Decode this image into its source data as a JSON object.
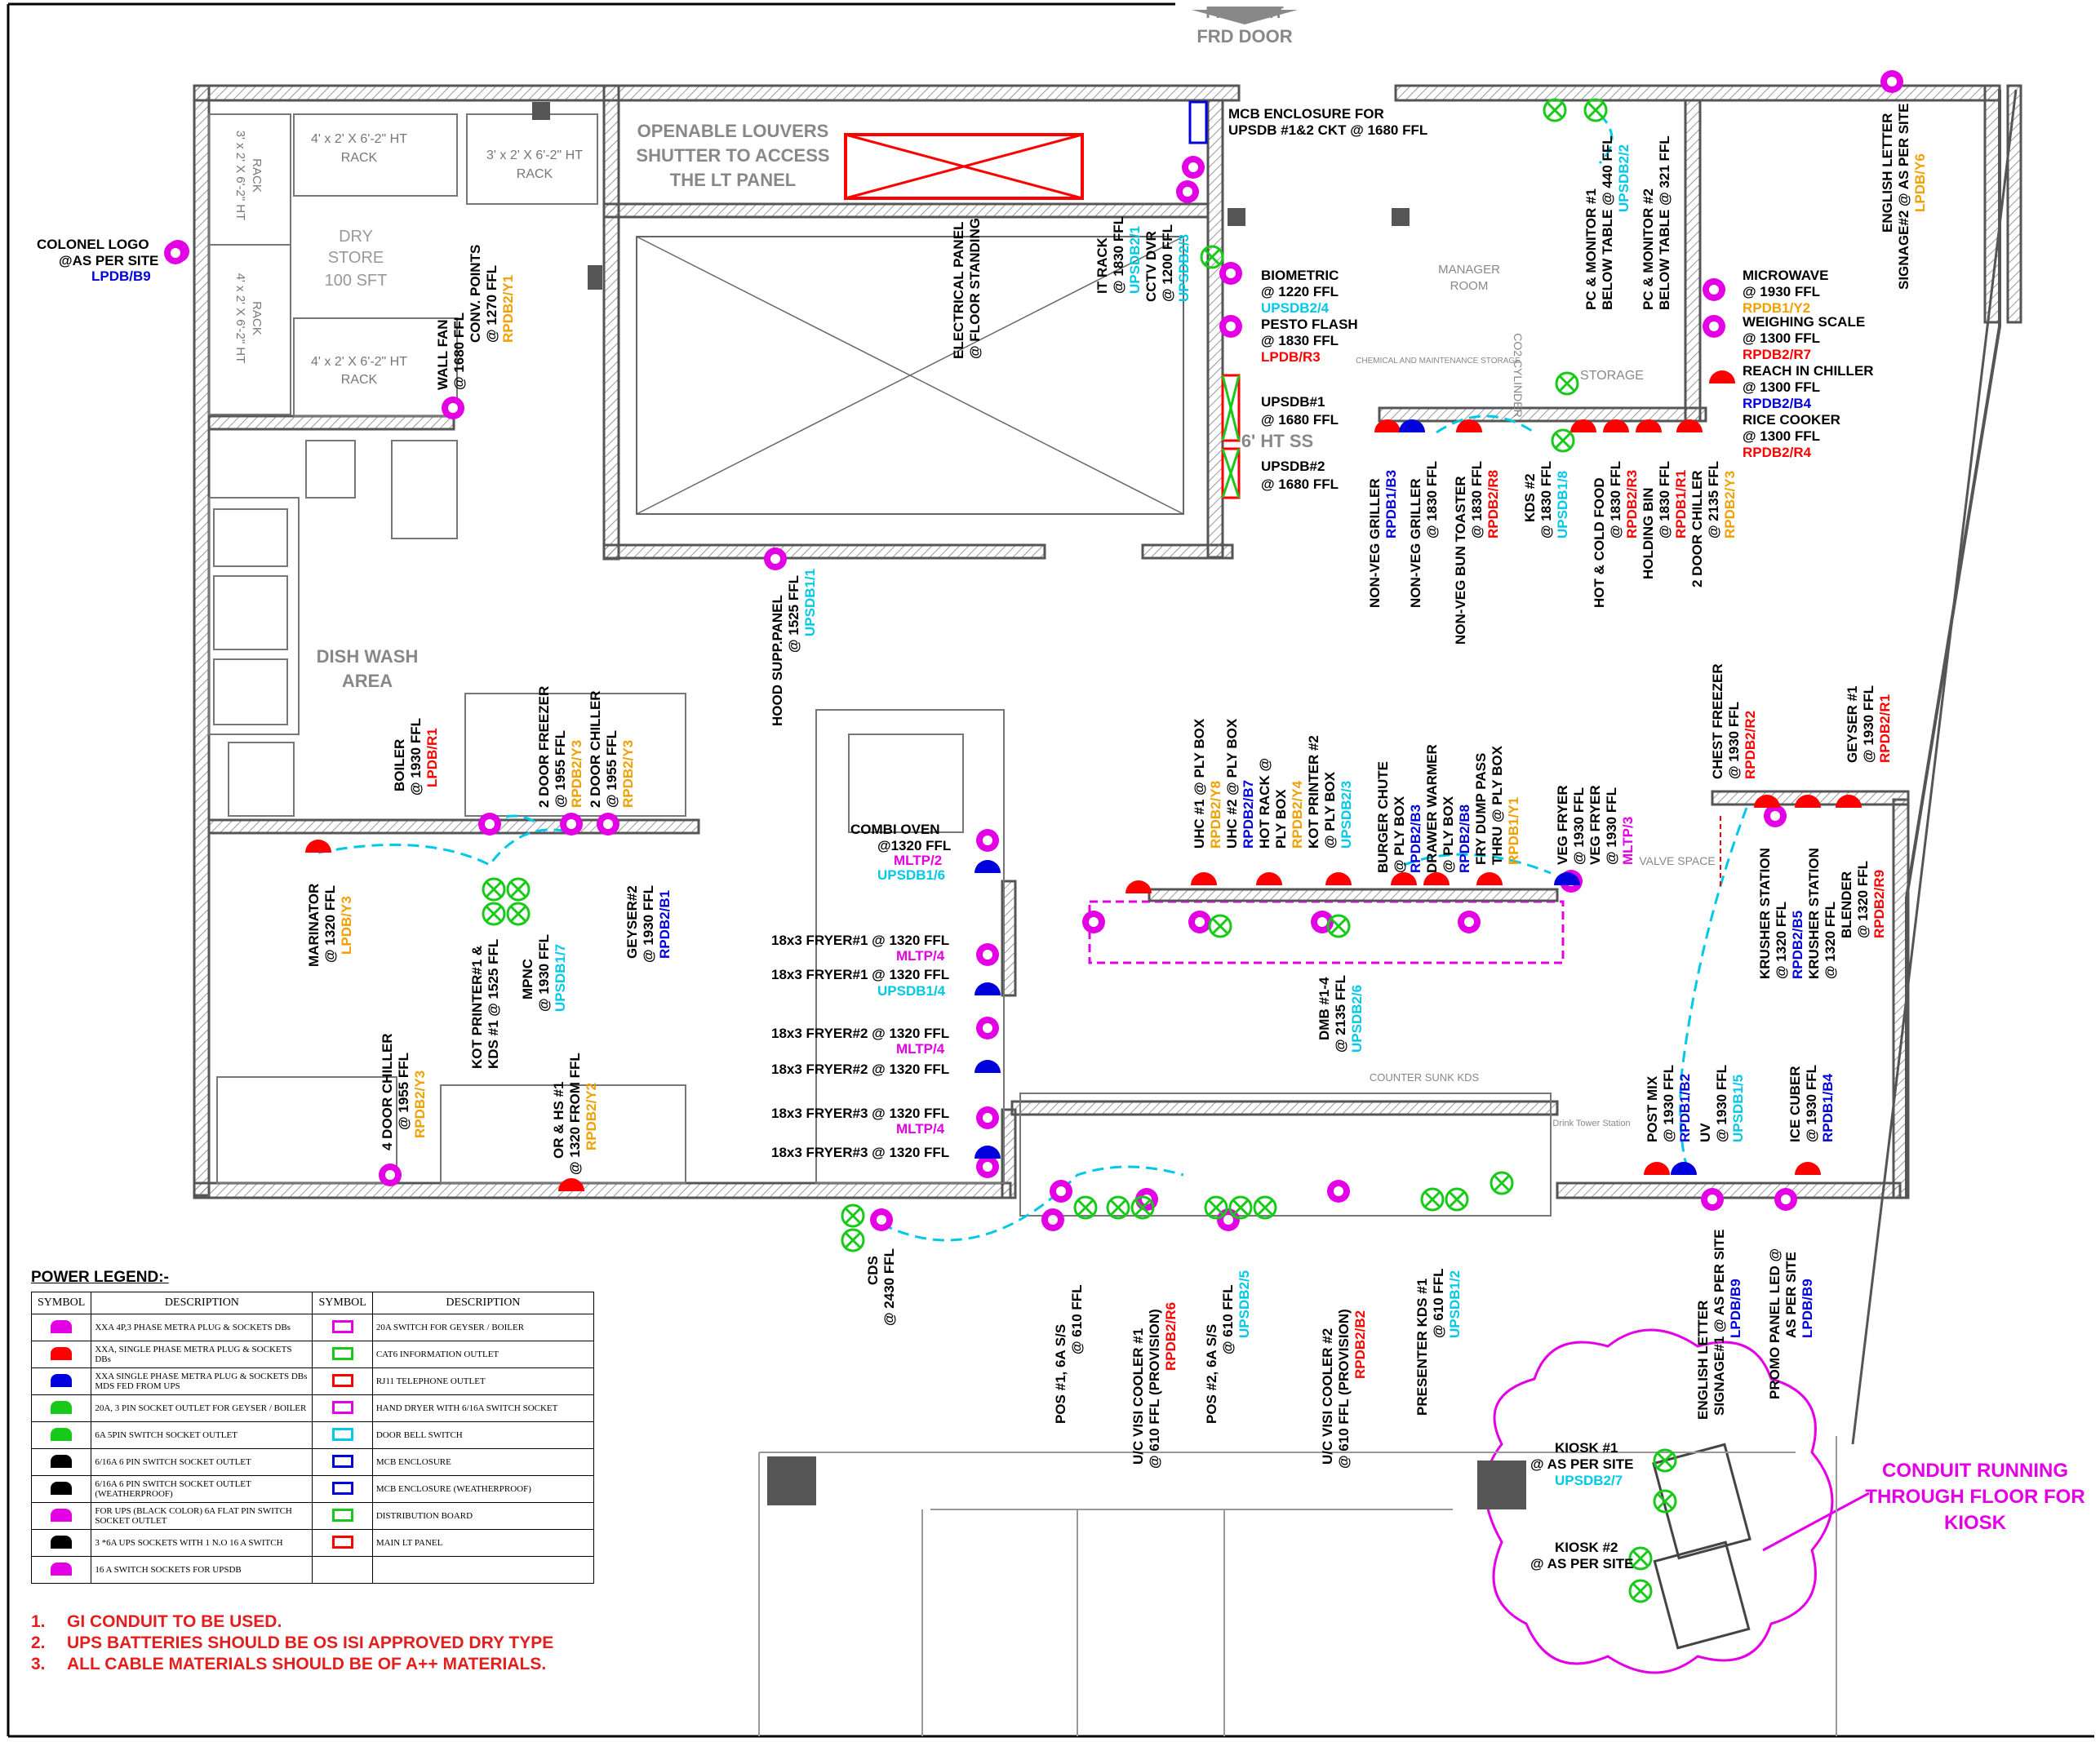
{
  "colors": {
    "magenta": "#e400e4",
    "red": "#ff0000",
    "blue": "#0000dd",
    "cyan": "#00c8e8",
    "orange": "#f0a000",
    "green": "#19c919",
    "wall": "#808080",
    "black": "#000000"
  },
  "rooms": {
    "fire_exit_1": "FIRE EXIT",
    "fire_exit_2": "FRD DOOR",
    "dry_store_1": "DRY",
    "dry_store_2": "STORE",
    "dry_store_3": "100 SFT",
    "rack_a_1": "4' x 2' X 6'-2\" HT",
    "rack_a_2": "RACK",
    "rack_b_1": "3' x 2' X 6'-2\" HT",
    "rack_b_2": "RACK",
    "rack_c_1": "3' x 2' X 6'-2\" HT",
    "rack_c_2": "RACK",
    "rack_d_1": "4' x 2' X 6'-2\" HT",
    "rack_d_2": "RACK",
    "rack_e_1": "4' x 2' X 6'-2\" HT",
    "rack_e_2": "RACK",
    "louvers_1": "OPENABLE LOUVERS",
    "louvers_2": "SHUTTER  TO ACCESS",
    "louvers_3": "THE LT PANEL",
    "dish_wash_1": "DISH WASH",
    "dish_wash_2": "AREA",
    "manager_1": "MANAGER",
    "manager_2": "ROOM",
    "chemical": "CHEMICAL AND MAINTENANCE STORAGE",
    "co2": "CO2 CYLINDER",
    "storage": "STORAGE",
    "six_ht": "6' HT SS",
    "counter_sunk": "COUNTER SUNK KDS",
    "valve_space": "VALVE SPACE",
    "drink_tower": "Drink Tower Station",
    "conduit_1": "CONDUIT RUNNING",
    "conduit_2": "THROUGH FLOOR FOR",
    "conduit_3": "KIOSK"
  },
  "labels": {
    "colonel_1": "COLONEL LOGO",
    "colonel_2": "@AS PER SITE",
    "colonel_3": "LPDB/B9",
    "mcb_1": "MCB ENCLOSURE FOR",
    "mcb_2": "UPSDB #1&2 CKT  @ 1680 FFL",
    "biometric_1": "BIOMETRIC",
    "biometric_2": "@ 1220 FFL",
    "biometric_3": "UPSDB2/4",
    "pesto_1": "PESTO FLASH",
    "pesto_2": "@ 1830 FFL",
    "pesto_3": "LPDB/R3",
    "upsdb1_1": "UPSDB#1",
    "upsdb1_2": "@ 1680 FFL",
    "upsdb2_1": "UPSDB#2",
    "upsdb2_2": "@ 1680 FFL",
    "microwave_1": "MICROWAVE",
    "microwave_2": "@ 1930 FFL",
    "microwave_3": "RPDB1/Y2",
    "weighing_1": "WEIGHING SCALE",
    "weighing_2": "@ 1300 FFL",
    "weighing_3": "RPDB2/R7",
    "reach_1": "REACH IN CHILLER",
    "reach_2": "@ 1300 FFL",
    "reach_3": "RPDB2/B4",
    "rice_1": "RICE COOKER",
    "rice_2": "@ 1300 FFL",
    "rice_3": "RPDB2/R4",
    "combi_1": "COMBI OVEN",
    "combi_2": "@1320 FFL",
    "combi_3": "MLTP/2",
    "combi_4": "UPSDB1/6",
    "fryer1a_1": "18x3 FRYER#1 @ 1320 FFL",
    "fryer1a_2": "MLTP/4",
    "fryer1b_1": "18x3 FRYER#1 @ 1320 FFL",
    "fryer1b_2": "UPSDB1/4",
    "fryer2a_1": "18x3 FRYER#2 @ 1320 FFL",
    "fryer2a_2": "MLTP/4",
    "fryer2b_1": "18x3 FRYER#2 @ 1320 FFL",
    "fryer3a_1": "18x3 FRYER#3 @ 1320 FFL",
    "fryer3a_2": "MLTP/4",
    "fryer3b_1": "18x3 FRYER#3 @ 1320 FFL",
    "kiosk1_1": "KIOSK #1",
    "kiosk1_2": "@ AS PER SITE",
    "kiosk1_3": "UPSDB2/7",
    "kiosk2_1": "KIOSK #2",
    "kiosk2_2": "@ AS PER SITE",
    "wall_fan_1": "WALL FAN",
    "wall_fan_2": "@ 1680 FFL",
    "conv_1": "CONV. POINTS",
    "conv_2": "@ 1270 FFL",
    "conv_3": "RPDB2/Y1",
    "elec_panel_1": "ELECTRICAL PANEL",
    "elec_panel_2": "@ FLOOR STANDING",
    "it_rack_1": "IT RACK",
    "it_rack_2": "@ 1830 FFL",
    "it_rack_3": "UPSDB2/1",
    "cctv_1": "CCTV DVR",
    "cctv_2": "@ 1200 FFL",
    "cctv_3": "UPSDB2/3",
    "hood_1": "HOOD SUPP.PANEL",
    "hood_2": "@ 1525 FFL",
    "hood_3": "UPSDB1/1",
    "boiler_1": "BOILER",
    "boiler_2": "@ 1930 FFL",
    "boiler_3": "LPDB/R1",
    "freezer2_1": "2 DOOR FREEZER",
    "freezer2_2": "@ 1955 FFL",
    "freezer2_3": "RPDB2/Y3",
    "chiller2_1": "2 DOOR CHILLER",
    "chiller2_2": "@ 1955 FFL",
    "chiller2_3": "RPDB2/Y3",
    "marinator_1": "MARINATOR",
    "marinator_2": "@ 1320 FFL",
    "marinator_3": "LPDB/Y3",
    "kot1_1": "KOT PRINTER#1 &",
    "kot1_2": "KDS #1 @ 1525 FFL",
    "mpnc_1": "MPNC",
    "mpnc_2": "@ 1930 FFL",
    "mpnc_3": "UPSDB1/7",
    "geyser2_1": "GEYSER#2",
    "geyser2_2": "@ 1930 FFL",
    "geyser2_3": "RPDB2/B1",
    "chiller4_1": "4 DOOR CHILLER",
    "chiller4_2": "@ 1955 FFL",
    "chiller4_3": "RPDB2/Y3",
    "ors_1": "OR & HS #1",
    "ors_2": "@ 1320 FROM FFL",
    "ors_3": "RPDB2/Y2",
    "cds_1": "CDS",
    "cds_2": "@ 2430 FFL",
    "pos1_1": "POS #1, 6A S/S",
    "pos1_2": "@ 610 FFL",
    "visi1_1": "U/C VISI COOLER #1",
    "visi1_2": "@ 610 FFL (PROVISION)",
    "visi1_3": "RPDB2/R6",
    "pos2_1": "POS #2, 6A S/S",
    "pos2_2": "@ 610 FFL",
    "pos2_3": "UPSDB2/5",
    "visi2_1": "U/C VISI COOLER #2",
    "visi2_2": "@ 610 FFL (PROVISION)",
    "visi2_3": "RPDB2/B2",
    "presenter_1": "PRESENTER KDS #1",
    "presenter_2": "@ 610 FFL",
    "presenter_3": "UPSDB1/2",
    "dmb_1": "DMB #1-4",
    "dmb_2": "@ 2135 FFL",
    "dmb_3": "UPSDB2/6",
    "uhc1_1": "UHC #1 @ PLY BOX",
    "uhc1_2": "RPDB2/Y8",
    "uhc2_1": "UHC #2 @ PLY BOX",
    "uhc2_2": "RPDB2/B7",
    "hotrack_1": "HOT RACK @",
    "hotrack_2": "PLY BOX",
    "hotrack_3": "RPDB2/Y4",
    "kot2_1": "KOT PRINTER #2",
    "kot2_2": "@ PLY BOX",
    "kot2_3": "UPSDB2/3",
    "chute_1": "BURGER CHUTE",
    "chute_2": "@ PLY BOX",
    "chute_3": "RPDB2/B3",
    "drawer_1": "DRAWER WARMER",
    "drawer_2": "@ PLY BOX",
    "drawer_3": "RPDB2/B8",
    "frydump_1": "FRY DUMP PASS",
    "frydump_2": "THRU @ PLY BOX",
    "frydump_3": "RPDB1/Y1",
    "vegfryer1_1": "VEG FRYER",
    "vegfryer1_2": "@ 1930 FFL",
    "vegfryer2_1": "VEG FRYER",
    "vegfryer2_2": "@ 1930 FFL",
    "vegfryer2_3": "MLTP/3",
    "chestfreezer_1": "CHEST FREEZER",
    "chestfreezer_2": "@ 1930 FFL",
    "chestfreezer_3": "RPDB2/R2",
    "geyser1_1": "GEYSER #1",
    "geyser1_2": "@ 1930 FFL",
    "geyser1_3": "RPDB2/R1",
    "krusher1_1": "KRUSHER STATION",
    "krusher1_2": "@ 1320 FFL",
    "krusher1_3": "RPDB2/B5",
    "krusher2_1": "KRUSHER STATION",
    "krusher2_2": "@ 1320 FFL",
    "blender_1": "BLENDER",
    "blender_2": "@ 1320 FFL",
    "blender_3": "RPDB2/R9",
    "postmix_1": "POST MIX",
    "postmix_2": "@ 1930 FFL",
    "postmix_3": "RPDB1/B2",
    "uv_1": "UV",
    "uv_2": "@ 1930 FFL",
    "uv_3": "UPSDB1/5",
    "icecuber_1": "ICE CUBER",
    "icecuber_2": "@ 1930 FFL",
    "icecuber_3": "RPDB1/B4",
    "engsign1_1": "ENGLISH LETTER",
    "engsign1_2": "SIGNAGE#1 @ AS PER SITE",
    "engsign1_3": "LPDB/B9",
    "promo_1": "PROMO PANEL LED @",
    "promo_2": "AS PER SITE",
    "promo_3": "LPDB/B9",
    "engsign2_1": "ENGLISH LETTER",
    "engsign2_2": "SIGNAGE#2 @ AS PER SITE",
    "engsign2_3": "LPDB/Y6",
    "pc1_1": "PC & MONITOR #1",
    "pc1_2": "BELOW TABLE @ 440 FFL",
    "pc1_3": "UPSDB2/2",
    "pc2_1": "PC & MONITOR #2",
    "pc2_2": "BELOW TABLE @ 321 FFL",
    "nvg1_1": "NON-VEG GRILLER",
    "nvg1_2": "RPDB1/B3",
    "nvg2_1": "NON-VEG GRILLER",
    "nvg2_2": "@ 1830 FFL",
    "nvbt_1": "NON-VEG BUN TOASTER",
    "nvbt_2": "@ 1830 FFL",
    "nvbt_3": "RPDB2/R8",
    "kds2_1": "KDS #2",
    "kds2_2": "@ 1830 FFL",
    "kds2_3": "UPSDB1/8",
    "hotcold_1": "HOT & COLD FOOD",
    "hotcold_2": "@ 1830 FFL",
    "hotcold_3": "RPDB2/R3",
    "holdbin_1": "HOLDING BIN",
    "holdbin_2": "@ 1830 FFL",
    "holdbin_3": "RPDB1/R1",
    "dchill_1": "2 DOOR CHILLER",
    "dchill_2": "@ 2135 FFL",
    "dchill_3": "RPDB2/Y3"
  },
  "legend": {
    "title": "POWER LEGEND:-",
    "col_symbol": "SYMBOL",
    "col_desc": "DESCRIPTION",
    "rows": [
      {
        "d1": "XXA 4P,3 PHASE METRA PLUG & SOCKETS DBs",
        "d2": "20A  SWITCH FOR GEYSER / BOILER"
      },
      {
        "d1": "XXA, SINGLE PHASE METRA PLUG & SOCKETS DBs",
        "d2": "CAT6 INFORMATION OUTLET"
      },
      {
        "d1": "XXA SINGLE PHASE METRA PLUG & SOCKETS DBs  MDS FED FROM UPS",
        "d2": "RJ11 TELEPHONE OUTLET"
      },
      {
        "d1": "20A, 3 PIN SOCKET OUTLET FOR  GEYSER / BOILER",
        "d2": "HAND DRYER WITH 6/16A SWITCH SOCKET"
      },
      {
        "d1": "6A 5PIN SWITCH SOCKET OUTLET",
        "d2": "DOOR BELL SWITCH"
      },
      {
        "d1": "6/16A 6 PIN SWITCH SOCKET OUTLET",
        "d2": "MCB ENCLOSURE"
      },
      {
        "d1": "6/16A 6 PIN SWITCH SOCKET OUTLET (WEATHERPROOF)",
        "d2": "MCB ENCLOSURE (WEATHERPROOF)"
      },
      {
        "d1": "FOR UPS (BLACK COLOR) 6A FLAT PIN SWITCH SOCKET OUTLET",
        "d2": "DISTRIBUTION BOARD"
      },
      {
        "d1": "3 *6A UPS SOCKETS WITH 1 N.O 16 A SWITCH",
        "d2": "MAIN LT PANEL"
      },
      {
        "d1": "16 A SWITCH SOCKETS FOR UPSDB",
        "d2": ""
      }
    ]
  },
  "notes": [
    {
      "num": "1.",
      "text": "GI CONDUIT TO BE USED."
    },
    {
      "num": "2.",
      "text": "UPS BATTERIES SHOULD BE OS ISI APPROVED DRY TYPE"
    },
    {
      "num": "3.",
      "text": "ALL CABLE MATERIALS SHOULD BE OF A++ MATERIALS."
    }
  ]
}
